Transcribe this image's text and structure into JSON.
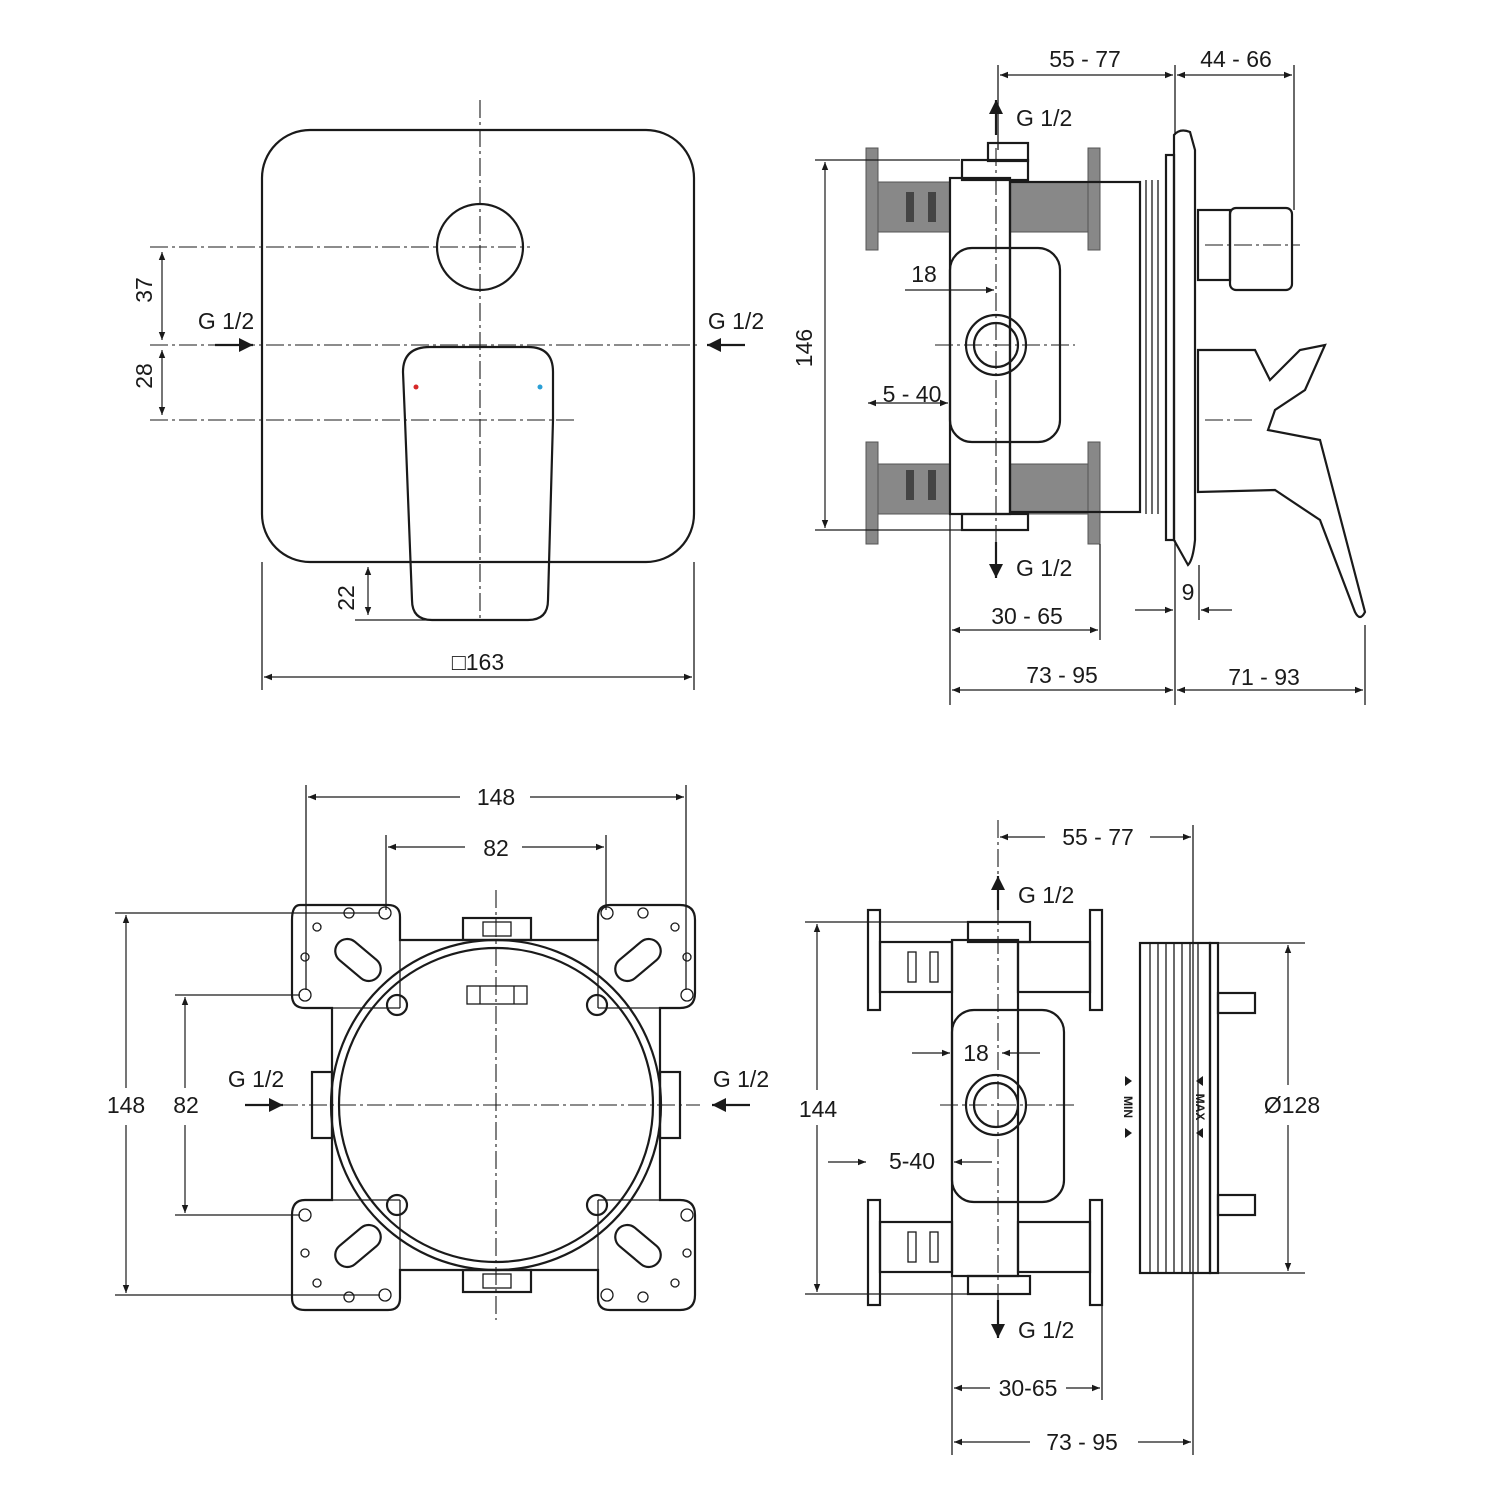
{
  "front_view": {
    "dim_37": "37",
    "dim_28": "28",
    "dim_22": "22",
    "dim_width": "□163",
    "inlet_left": "G 1/2",
    "inlet_right": "G 1/2",
    "hot_color": "#d62828",
    "cold_color": "#2a9fd6"
  },
  "side_view": {
    "dim_55_77": "55 - 77",
    "dim_44_66": "44 - 66",
    "outlet_top": "G 1/2",
    "outlet_bottom": "G 1/2",
    "dim_18": "18",
    "dim_146": "146",
    "dim_5_40": "5 - 40",
    "dim_30_65": "30 - 65",
    "dim_73_95": "73 - 95",
    "dim_71_93": "71 - 93",
    "dim_9": "9"
  },
  "box_front_view": {
    "dim_148_h": "148",
    "dim_82_h": "82",
    "dim_148_v": "148",
    "dim_82_v": "82",
    "inlet_left": "G 1/2",
    "inlet_right": "G 1/2"
  },
  "box_side_view": {
    "dim_55_77": "55 - 77",
    "outlet_top": "G 1/2",
    "outlet_bottom": "G 1/2",
    "dim_18": "18",
    "dim_144": "144",
    "dim_5_40": "5-40",
    "dim_30_65": "30-65",
    "dim_73_95": "73 - 95",
    "dim_diameter": "Ø128",
    "min_label": "MIN",
    "max_label": "MAX"
  }
}
